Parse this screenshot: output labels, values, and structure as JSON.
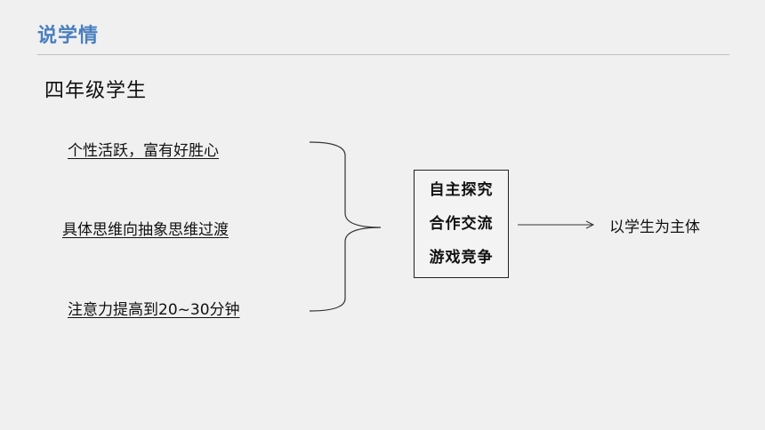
{
  "header": {
    "title": "说学情"
  },
  "subtitle": "四年级学生",
  "traits": [
    "个性活跃，富有好胜心",
    "具体思维向抽象思维过渡",
    "注意力提高到20~30分钟"
  ],
  "methods": [
    "自主探究",
    "合作交流",
    "游戏竞争"
  ],
  "result": "以学生为主体"
}
